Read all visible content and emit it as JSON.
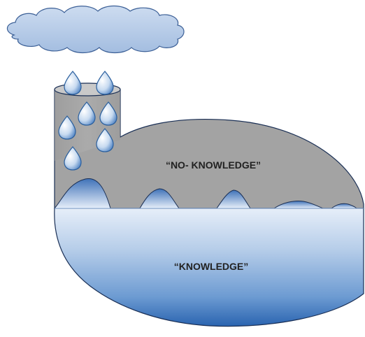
{
  "labels": {
    "no_knowledge": "“NO- KNOWLEDGE”",
    "knowledge": "“KNOWLEDGE”"
  },
  "elements": {
    "cloud": "cloud-icon",
    "raindrop": "raindrop-icon",
    "chimney": "cylinder-chimney",
    "no_knowledge_region": "gray-knowledge-void",
    "knowledge_region": "blue-knowledge-pool"
  },
  "colors": {
    "cloud_fill": "#a9c3e3",
    "drop_fill_light": "#e8f0fa",
    "drop_fill_dark": "#4a7fc1",
    "drop_stroke": "#2a5f9e",
    "gray_fill": "#a0a0a0",
    "gray_top": "#c8c8c8",
    "water_top": "#dce8f6",
    "water_bottom": "#1f5aa8",
    "outline": "#1a2f55"
  }
}
